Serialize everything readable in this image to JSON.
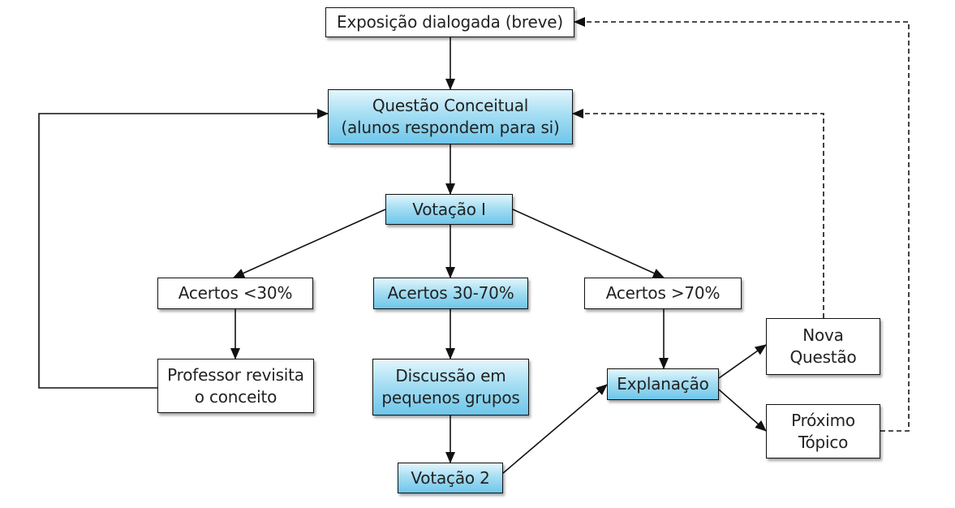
{
  "diagram": {
    "colors": {
      "highlight_fill_top": "#e3f6fd",
      "highlight_fill_bottom": "#6ec6ea",
      "plain_fill": "#ffffff",
      "line": "#111111"
    },
    "nodes": {
      "exposicao": {
        "label": "Exposição dialogada (breve)",
        "highlighted": false
      },
      "questao": {
        "line1": "Questão Conceitual",
        "line2": "(alunos respondem para si)",
        "highlighted": true
      },
      "votacao1": {
        "label": "Votação I",
        "highlighted": true
      },
      "acertos_low": {
        "label": "Acertos <30%",
        "highlighted": false
      },
      "acertos_mid": {
        "label": "Acertos 30-70%",
        "highlighted": true
      },
      "acertos_high": {
        "label": "Acertos >70%",
        "highlighted": false
      },
      "professor": {
        "line1": "Professor revisita",
        "line2": "o conceito",
        "highlighted": false
      },
      "discussao": {
        "line1": "Discussão em",
        "line2": "pequenos grupos",
        "highlighted": true
      },
      "votacao2": {
        "label": "Votação 2",
        "highlighted": true
      },
      "explanacao": {
        "label": "Explanação",
        "highlighted": true
      },
      "nova_questao": {
        "line1": "Nova",
        "line2": "Questão",
        "highlighted": false
      },
      "proximo_topico": {
        "line1": "Próximo",
        "line2": "Tópico",
        "highlighted": false
      }
    },
    "edges": [
      {
        "from": "exposicao",
        "to": "questao",
        "style": "solid"
      },
      {
        "from": "questao",
        "to": "votacao1",
        "style": "solid"
      },
      {
        "from": "votacao1",
        "to": "acertos_low",
        "style": "solid"
      },
      {
        "from": "votacao1",
        "to": "acertos_mid",
        "style": "solid"
      },
      {
        "from": "votacao1",
        "to": "acertos_high",
        "style": "solid"
      },
      {
        "from": "acertos_low",
        "to": "professor",
        "style": "solid"
      },
      {
        "from": "professor",
        "to": "questao",
        "style": "solid"
      },
      {
        "from": "acertos_mid",
        "to": "discussao",
        "style": "solid"
      },
      {
        "from": "discussao",
        "to": "votacao2",
        "style": "solid"
      },
      {
        "from": "votacao2",
        "to": "explanacao",
        "style": "solid"
      },
      {
        "from": "acertos_high",
        "to": "explanacao",
        "style": "solid"
      },
      {
        "from": "explanacao",
        "to": "nova_questao",
        "style": "solid"
      },
      {
        "from": "explanacao",
        "to": "proximo_topico",
        "style": "solid"
      },
      {
        "from": "nova_questao",
        "to": "questao",
        "style": "dashed"
      },
      {
        "from": "proximo_topico",
        "to": "exposicao",
        "style": "dashed"
      }
    ]
  }
}
